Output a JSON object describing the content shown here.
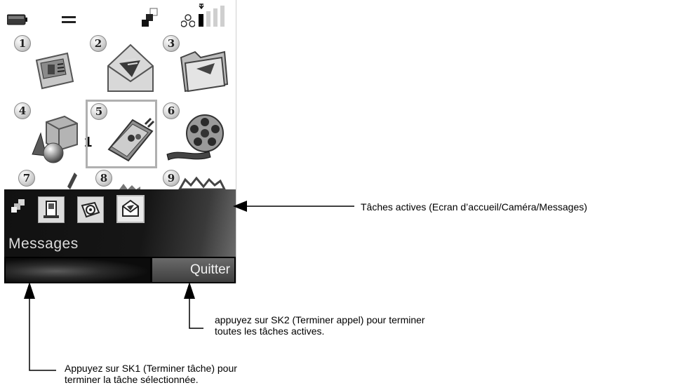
{
  "status_bar": {
    "icons": [
      "battery-icon",
      "equals-icon",
      "multitask-icon",
      "bluetooth-icon",
      "signal-icon"
    ]
  },
  "grid": {
    "items": [
      {
        "number": "1",
        "icon": "contact-card-icon"
      },
      {
        "number": "2",
        "icon": "envelope-icon"
      },
      {
        "number": "3",
        "icon": "folder-icon"
      },
      {
        "number": "4",
        "icon": "shapes-icon"
      },
      {
        "number": "5",
        "icon": "address-book-icon"
      },
      {
        "number": "6",
        "icon": "film-reel-icon"
      },
      {
        "number": "7",
        "icon": "pen-icon"
      },
      {
        "number": "8",
        "icon": "settings-icon"
      },
      {
        "number": "9",
        "icon": "tools-icon"
      }
    ],
    "selected": "5",
    "side_marker": "1"
  },
  "active_tasks": {
    "icons": [
      "home-screen-icon",
      "camera-icon",
      "messages-icon"
    ],
    "selected_label": "Messages"
  },
  "softkeys": {
    "sk1_label": "",
    "sk2_label": "Quitter"
  },
  "annotations": {
    "tasks": "Tâches actives (Ecran d’accueil/Caméra/Messages)",
    "sk2_line1": "appuyez sur SK2 (Terminer appel) pour terminer",
    "sk2_line2": "toutes les tâches actives.",
    "sk1_line1": "Appuyez sur SK1 (Terminer tâche) pour",
    "sk1_line2": "terminer la tâche sélectionnée."
  }
}
